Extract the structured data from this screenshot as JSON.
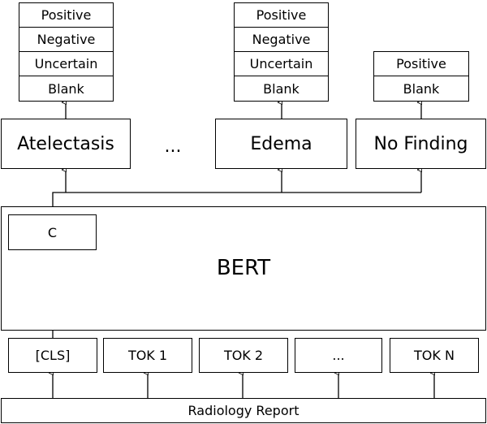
{
  "label_groups": [
    {
      "id": "atelectasis",
      "labels": [
        "Positive",
        "Negative",
        "Uncertain",
        "Blank"
      ]
    },
    {
      "id": "edema",
      "labels": [
        "Positive",
        "Negative",
        "Uncertain",
        "Blank"
      ]
    },
    {
      "id": "no-finding",
      "labels": [
        "Positive",
        "Blank"
      ]
    }
  ],
  "heads": {
    "atelectasis": "Atelectasis",
    "ellipsis": "...",
    "edema": "Edema",
    "no_finding": "No Finding"
  },
  "bert": {
    "title": "BERT",
    "cls_output": "C"
  },
  "tokens": [
    "[CLS]",
    "TOK 1",
    "TOK 2",
    "...",
    "TOK N"
  ],
  "input": "Radiology Report"
}
